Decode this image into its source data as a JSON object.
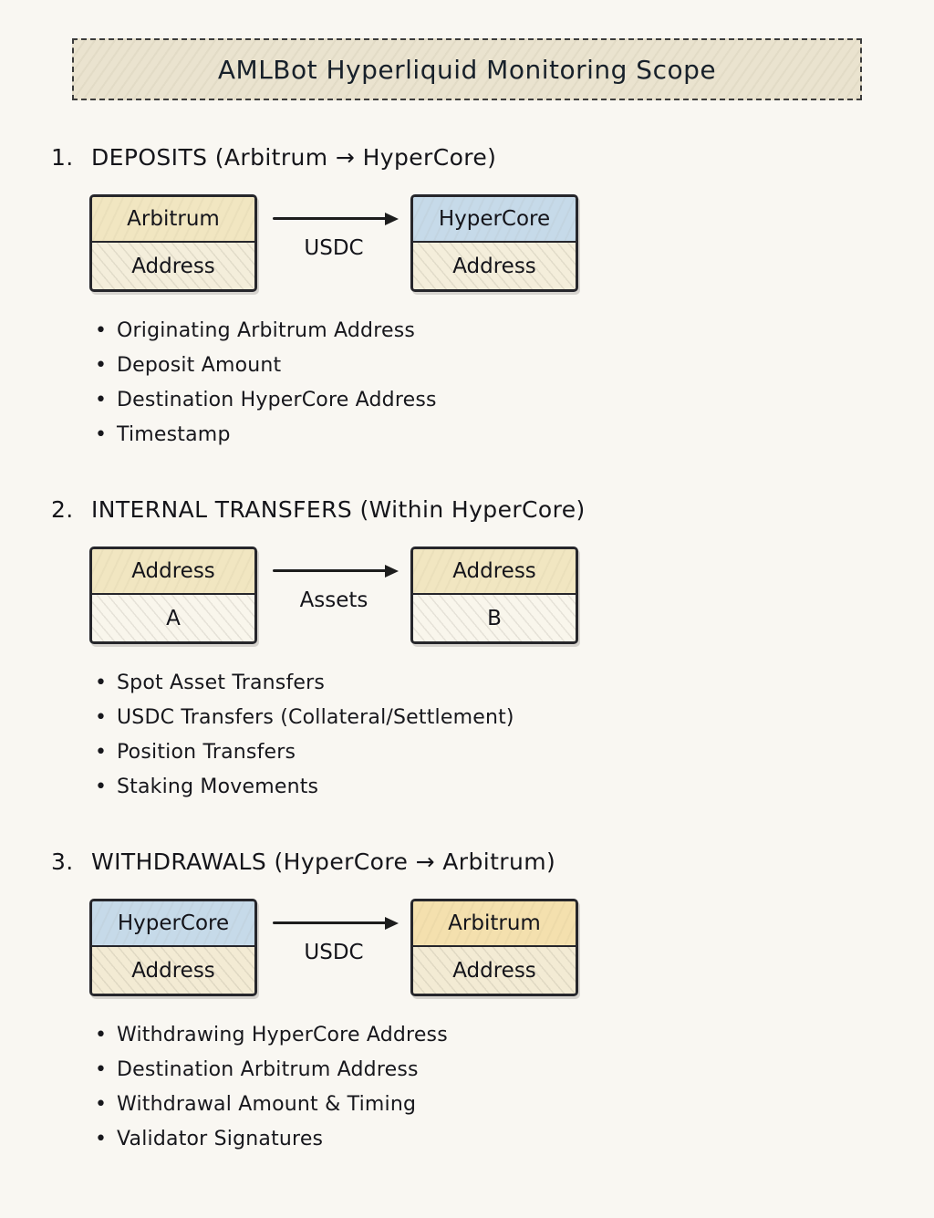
{
  "header": {
    "title": "AMLBot Hyperliquid Monitoring Scope"
  },
  "colors": {
    "cream_fill": "#f1e6c1",
    "blue_fill": "#c6dae9",
    "tan_fill": "#f4e0ae",
    "light_fill": "#f6f1e2"
  },
  "sections": [
    {
      "number": "1.",
      "title": "DEPOSITS  (Arbitrum → HyperCore)",
      "flow": {
        "from": {
          "line1": "Arbitrum",
          "line2": "Address",
          "top_color": "#f1e6c1",
          "bottom_color": "#f4eedb"
        },
        "arrow_label": "USDC",
        "to": {
          "line1": "HyperCore",
          "line2": "Address",
          "top_color": "#c6dae9",
          "bottom_color": "#f4eedb"
        }
      },
      "bullets": [
        "Originating Arbitrum Address",
        "Deposit Amount",
        "Destination HyperCore Address",
        "Timestamp"
      ]
    },
    {
      "number": "2.",
      "title": "INTERNAL TRANSFERS  (Within HyperCore)",
      "flow": {
        "from": {
          "line1": "Address",
          "line2": "A",
          "top_color": "#f1e6c1",
          "bottom_color": "#f9f6ec"
        },
        "arrow_label": "Assets",
        "to": {
          "line1": "Address",
          "line2": "B",
          "top_color": "#f1e6c1",
          "bottom_color": "#f9f6ec"
        }
      },
      "bullets": [
        "Spot Asset Transfers",
        "USDC Transfers (Collateral/Settlement)",
        "Position Transfers",
        "Staking Movements"
      ]
    },
    {
      "number": "3.",
      "title": "WITHDRAWALS (HyperCore → Arbitrum)",
      "flow": {
        "from": {
          "line1": "HyperCore",
          "line2": "Address",
          "top_color": "#c6dae9",
          "bottom_color": "#f3ebd4"
        },
        "arrow_label": "USDC",
        "to": {
          "line1": "Arbitrum",
          "line2": "Address",
          "top_color": "#f4e0ae",
          "bottom_color": "#f3ebd4"
        }
      },
      "bullets": [
        "Withdrawing HyperCore Address",
        "Destination Arbitrum Address",
        "Withdrawal Amount & Timing",
        "Validator Signatures"
      ]
    }
  ]
}
